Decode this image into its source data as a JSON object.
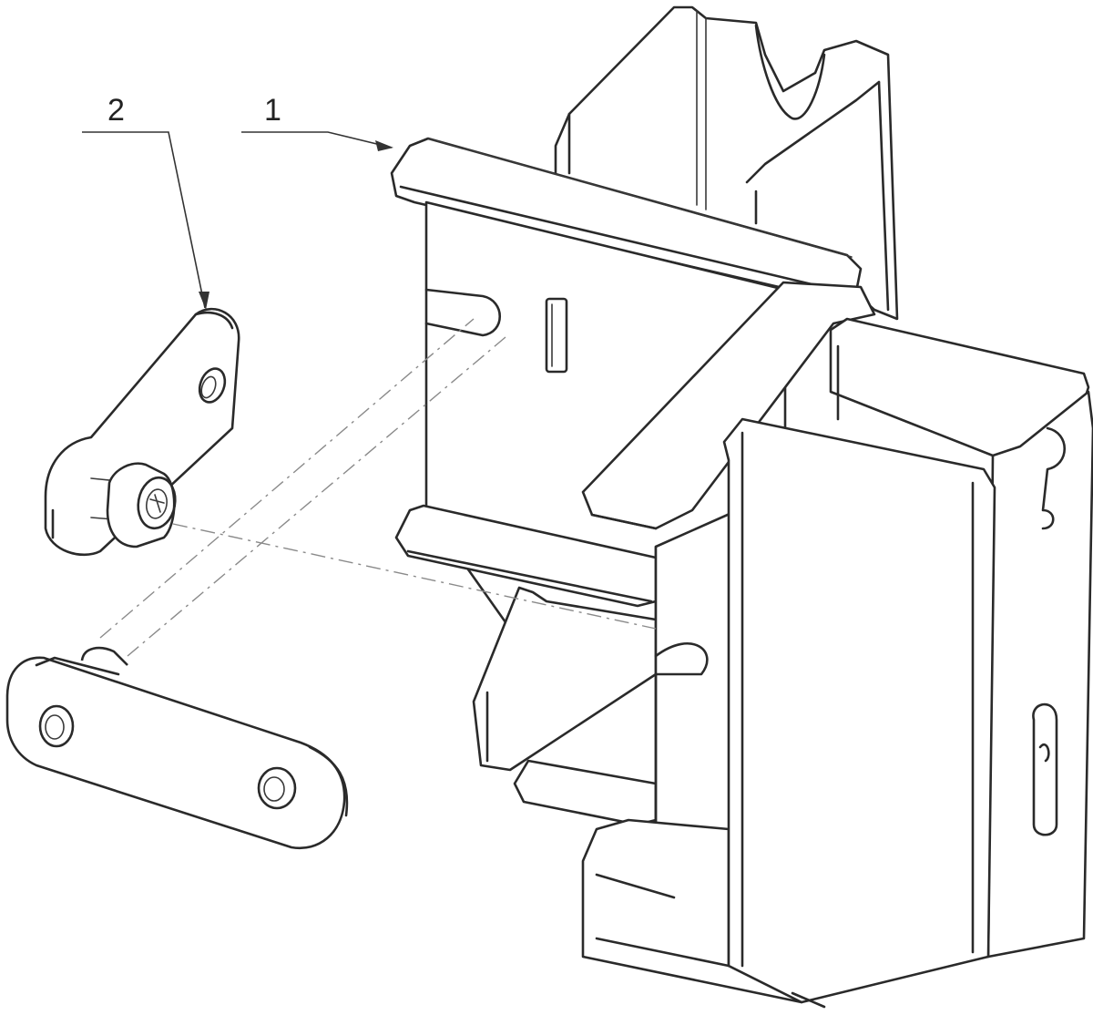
{
  "callouts": [
    {
      "id": "1",
      "label": "1"
    },
    {
      "id": "2",
      "label": "2"
    }
  ],
  "colors": {
    "line": "#2a2a2a",
    "centerline": "#8a8a8a",
    "background": "#ffffff"
  }
}
